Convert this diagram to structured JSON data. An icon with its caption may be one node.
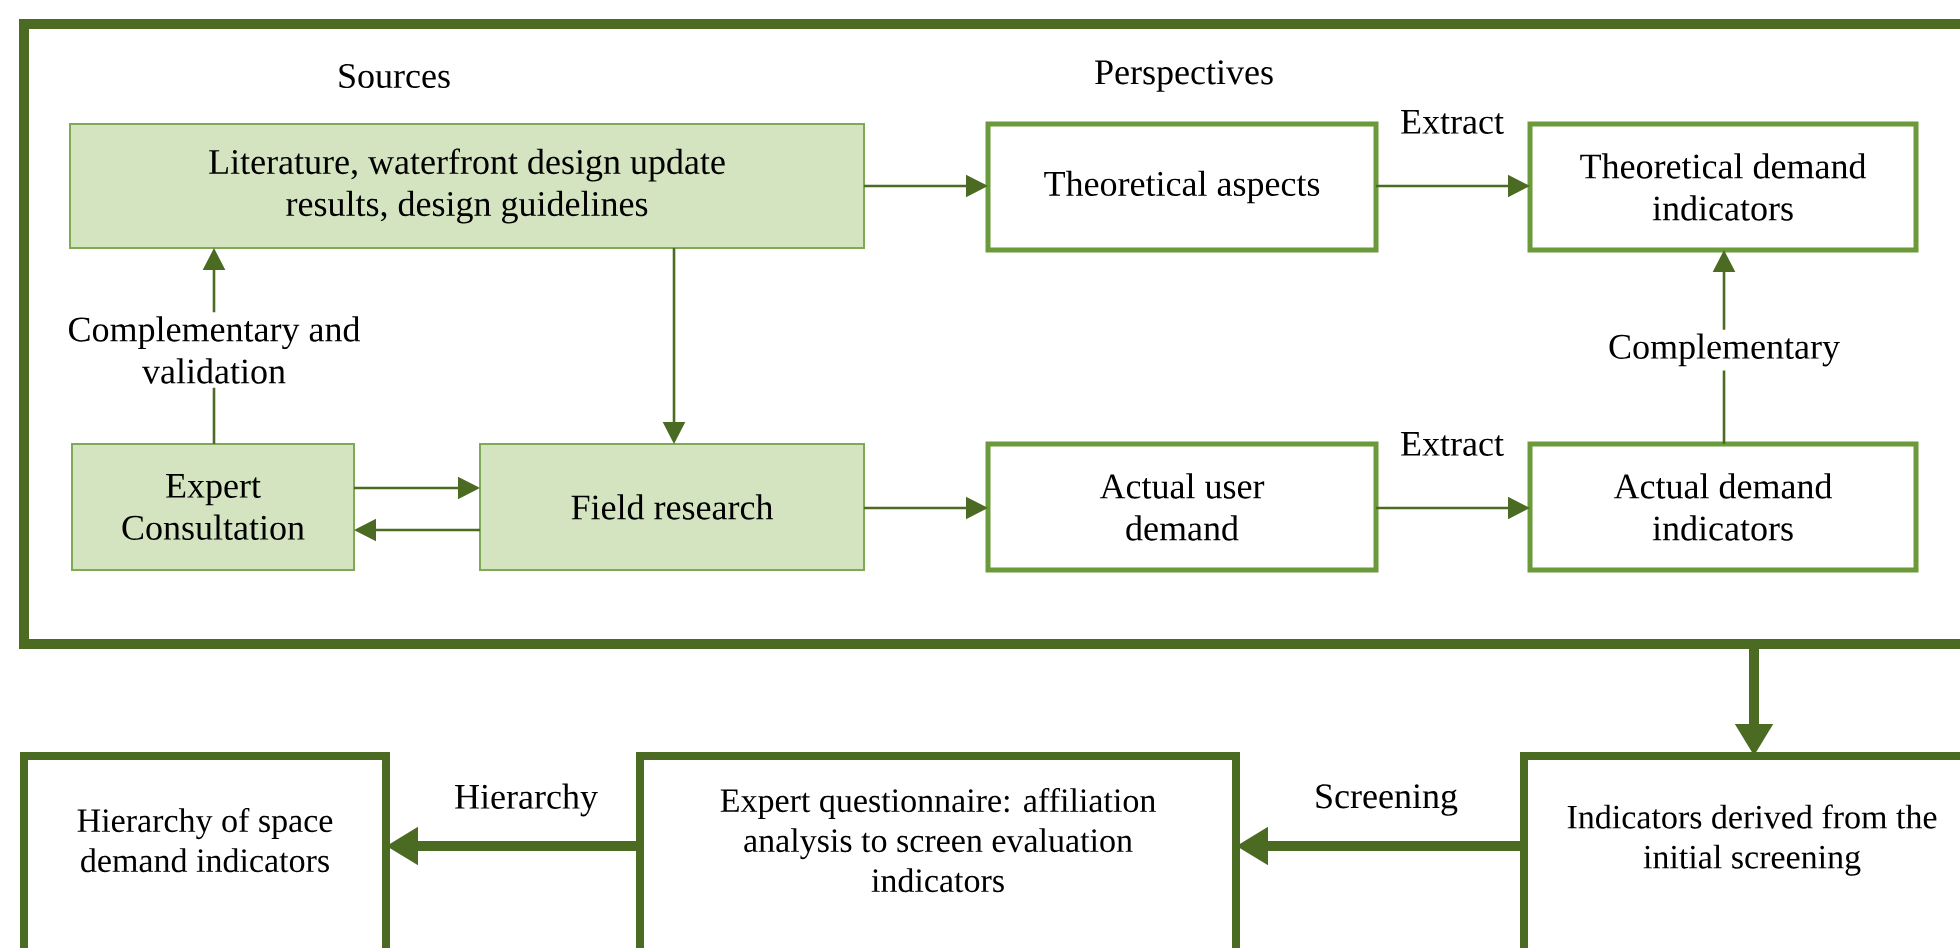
{
  "diagram": {
    "nodes": [
      {
        "text": [],
        "shape": "box"
      },
      {
        "text": [
          "Literature, waterfront design update results, design guidelines"
        ],
        "in": 0
      },
      {
        "text": [
          "Expert Consultation"
        ],
        "in": 0
      },
      {
        "text": [
          "Field research"
        ],
        "in": 0
      },
      {
        "text": [
          "Theoretical aspects"
        ],
        "in": 0
      },
      {
        "text": [
          "Actual user demand"
        ],
        "in": 0
      },
      {
        "text": [
          "Theoretical demand indicators"
        ],
        "in": 0
      },
      {
        "text": [
          "Actual demand indicators"
        ],
        "in": 0
      },
      {
        "text": [
          "Indicators derived from the initial screening"
        ]
      },
      {
        "text": [
          "Expert questionnaire: affiliation analysis to screen evaluation indicators"
        ]
      },
      {
        "text": [
          "Hierarchy of space demand indicators"
        ]
      }
    ],
    "edges": [
      {
        "from": 2,
        "to": 1,
        "arrow": "to",
        "label": "Complementary and validation"
      },
      {
        "from": 1,
        "to": 3,
        "arrow": "to"
      },
      {
        "from": 2,
        "to": 3,
        "arrow": "to"
      },
      {
        "from": 3,
        "to": 2,
        "arrow": "to"
      },
      {
        "from": 1,
        "to": 4,
        "arrow": "to"
      },
      {
        "from": 3,
        "to": 5,
        "arrow": "to"
      },
      {
        "from": 4,
        "to": 6,
        "arrow": "to",
        "label": "Extract"
      },
      {
        "from": 5,
        "to": 7,
        "arrow": "to",
        "label": "Extract"
      },
      {
        "from": 7,
        "to": 6,
        "arrow": "to",
        "label": "Complementary"
      },
      {
        "from": 0,
        "to": 8,
        "arrow": "to",
        "style": "thick"
      },
      {
        "from": 8,
        "to": 9,
        "arrow": "to",
        "style": "thick",
        "label": "Screening"
      },
      {
        "from": 9,
        "to": 10,
        "arrow": "to",
        "style": "thick",
        "label": "Hierarchy"
      }
    ],
    "labels": [
      "Sources",
      "Perspectives"
    ]
  }
}
